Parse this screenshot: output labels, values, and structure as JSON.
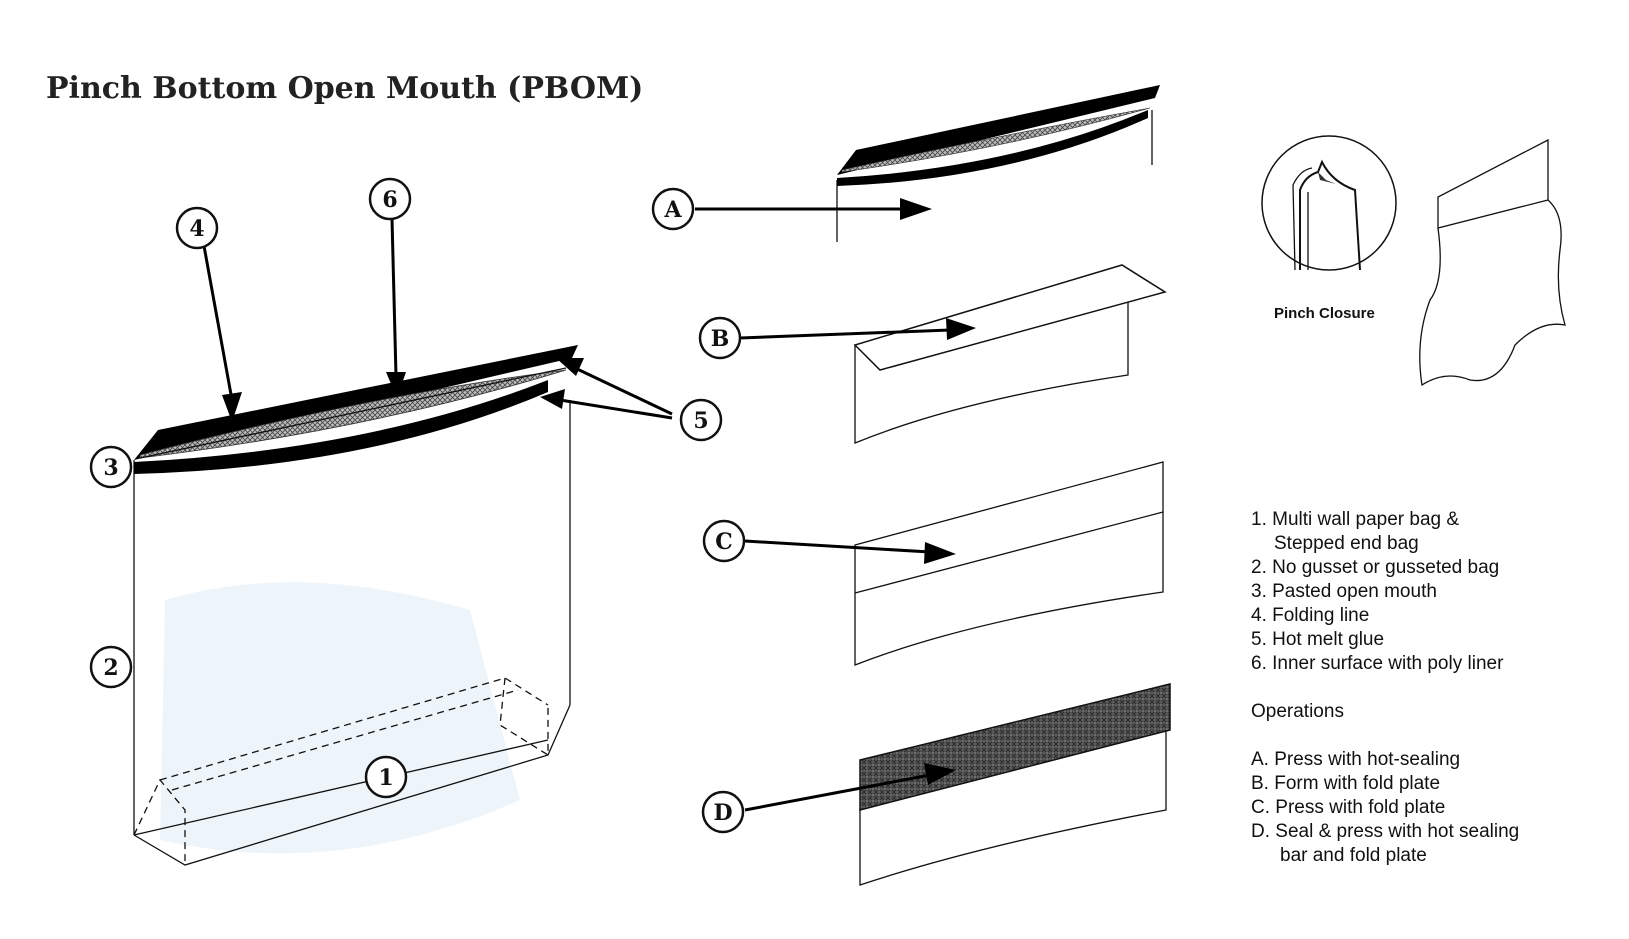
{
  "title": "Pinch Bottom Open Mouth (PBOM)",
  "callouts": {
    "c1": "1",
    "c2": "2",
    "c3": "3",
    "c4": "4",
    "c5": "5",
    "c6": "6",
    "a": "A",
    "b": "B",
    "c": "C",
    "d": "D"
  },
  "pinch_caption": "Pinch Closure",
  "legend": {
    "items": [
      "1. Multi wall paper bag &",
      "Stepped end bag",
      "2. No gusset or gusseted bag",
      "3. Pasted open mouth",
      "4. Folding line",
      "5. Hot melt glue",
      "6. Inner surface with poly liner"
    ],
    "operations_heading": "Operations",
    "operations": [
      "A. Press with hot-sealing",
      "B. Form with fold plate",
      "C. Press with fold plate",
      "D. Seal & press with hot sealing",
      "bar and fold plate"
    ]
  },
  "colors": {
    "ink": "#111111",
    "hatch": "#555555",
    "tint": "#e8f1f8"
  }
}
